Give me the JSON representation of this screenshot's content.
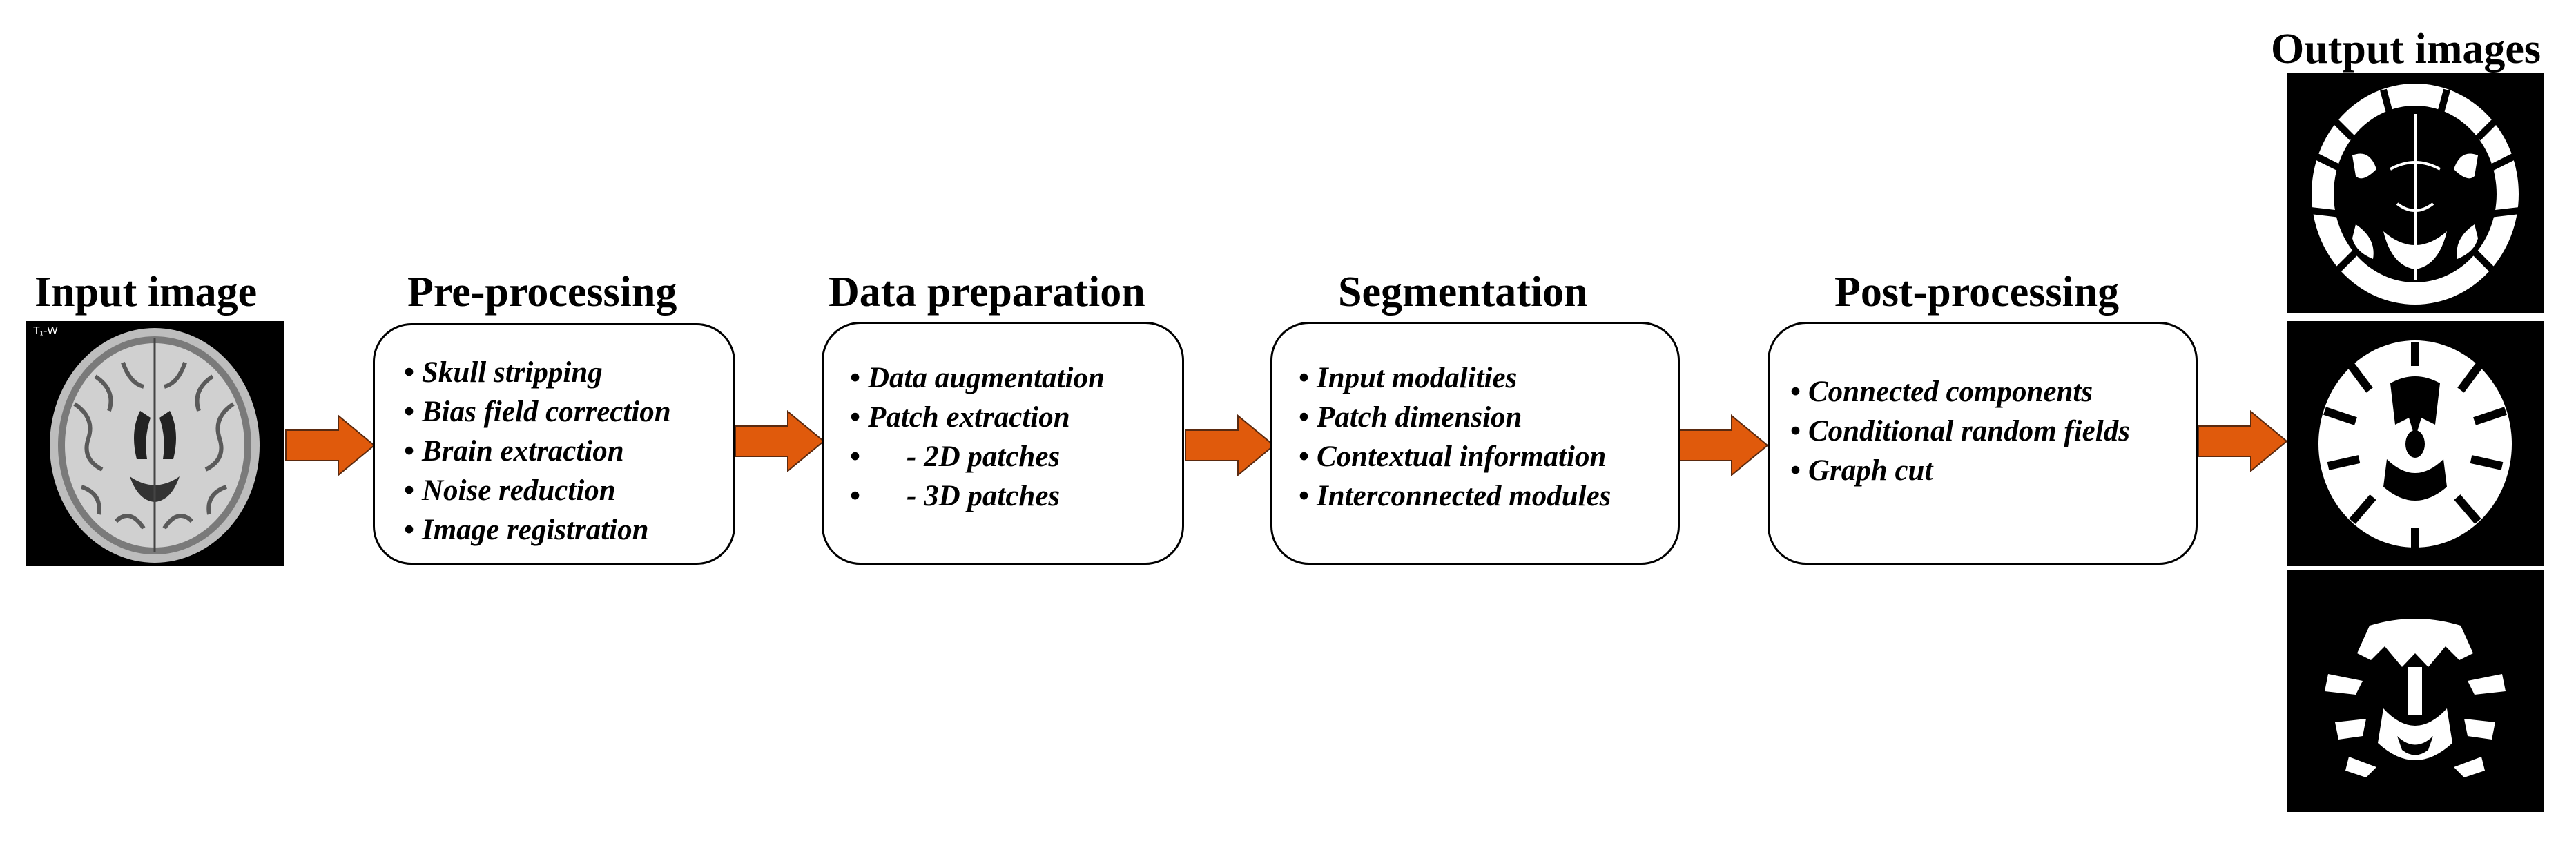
{
  "headings": {
    "input": "Input image",
    "preprocessing": "Pre-processing",
    "data_preparation": "Data preparation",
    "segmentation": "Segmentation",
    "postprocessing": "Post-processing",
    "output": "Output images"
  },
  "input_image": {
    "label": "T₁-W"
  },
  "boxes": {
    "preprocessing": [
      "Skull stripping",
      "Bias field correction",
      "Brain extraction",
      "Noise reduction",
      "Image registration"
    ],
    "data_preparation": [
      "Data augmentation",
      "Patch extraction",
      "- 2D patches",
      "- 3D patches"
    ],
    "segmentation": [
      "Input modalities",
      "Patch dimension",
      "Contextual information",
      "Interconnected modules"
    ],
    "postprocessing": [
      "Connected components",
      "Conditional random fields",
      "Graph cut"
    ]
  },
  "bullet": "•",
  "colors": {
    "arrow": "#E05A0C",
    "arrow_stroke": "#5a2a10"
  }
}
